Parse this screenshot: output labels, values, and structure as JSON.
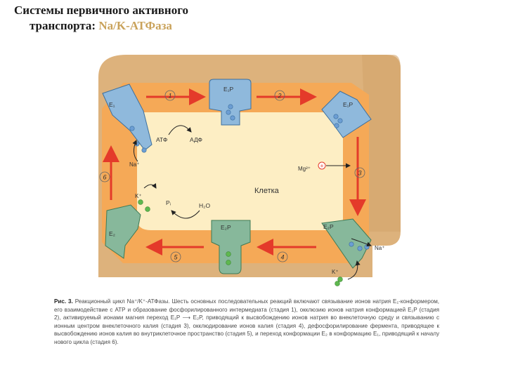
{
  "title": {
    "line1": "Системы первичного активного",
    "line2_prefix": "транспорта: ",
    "line2_accent": "Na/K-АТФаза"
  },
  "colors": {
    "title_accent": "#c9a25a",
    "outer": "#ddb27c",
    "membrane": "#f5a957",
    "cell": "#fdeec4",
    "enzyme_e1": "#8fb9dc",
    "enzyme_e2": "#87b89b",
    "arrow": "#e43a2a",
    "na_ion": "#6c9ed4",
    "k_ion": "#5fb84f"
  },
  "diagram": {
    "cell_label": "Клетка",
    "e1": "E₁",
    "e1p": "E₁P",
    "e2": "E₂",
    "e2p": "E₂P",
    "atp": "АТФ",
    "adp": "АДФ",
    "na_plus": "Na⁺",
    "k_plus": "K⁺",
    "pi": "Pᵢ",
    "h2o": "H₂O",
    "mg": "Mg²⁺",
    "steps": {
      "s1": "1",
      "s2": "2",
      "s3": "3",
      "s4": "4",
      "s5": "5",
      "s6": "6"
    }
  },
  "caption": {
    "label": "Рис. 3.",
    "text": "Реакционный цикл Na⁺/K⁺-АТФазы. Шесть основных последовательных реакций включают связывание ионов натрия E₁-конформером, его взаимодействие с АТР и образование фосфорилированного интермедиата (стадия 1), окклюзию ионов натрия конформацией E₁P (стадия 2), активируемый ионами магния переход E₁P ⟶ E₂P, приводящий к высвобождению ионов натрия во внеклеточную среду и связыванию с ионным центром внеклеточного калия (стадия 3), окклюдирование ионов калия (стадия 4), дефосфорилирование фермента, приводящее к высвобождению ионов калия во внутриклеточное пространство (стадия 5), и переход конформации E₂ в конформацию E₁, приводящий к началу нового цикла (стадия 6)."
  }
}
